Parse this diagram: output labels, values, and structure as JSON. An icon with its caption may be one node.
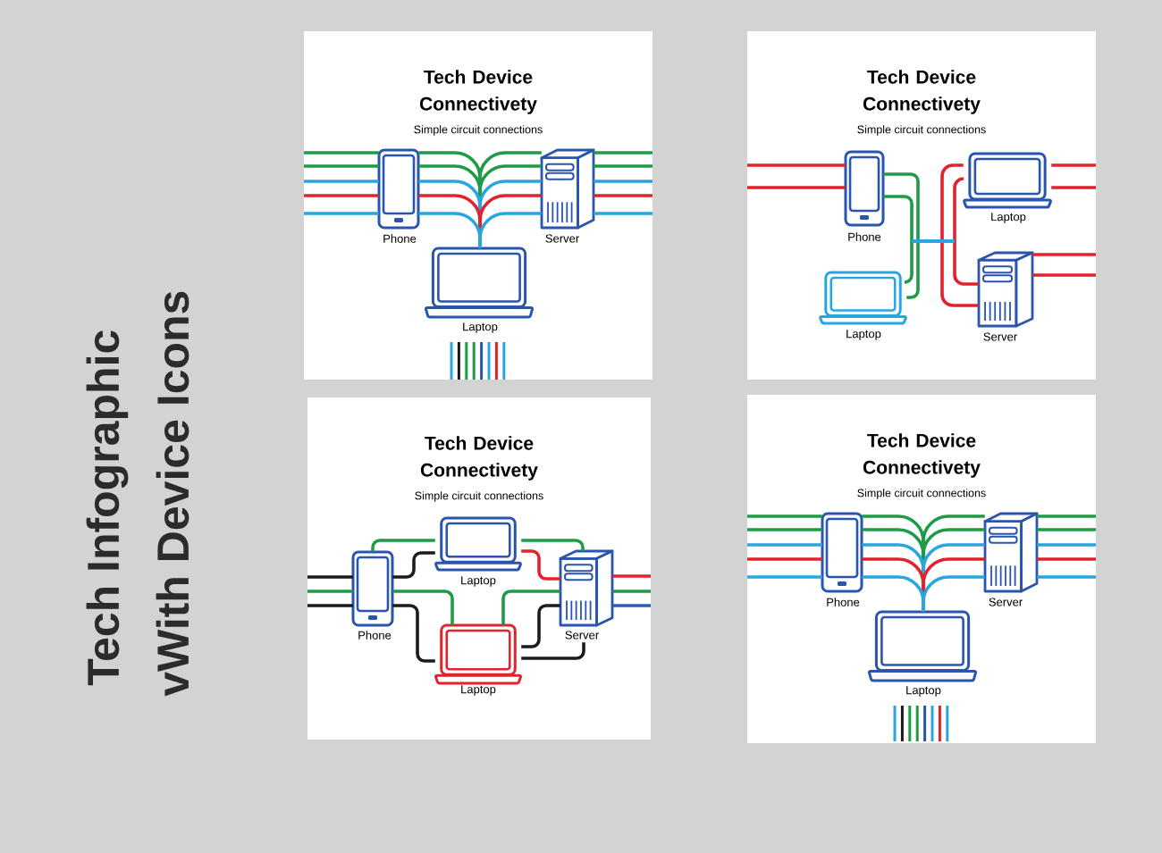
{
  "diagram": {
    "nodes": [
      {
        "text": [
          "Tech Device Connectivety",
          "Simple circuit connections"
        ]
      },
      {
        "text": [
          "Phone"
        ],
        "in": 0
      },
      {
        "text": [
          "Server"
        ],
        "in": 0
      },
      {
        "text": [
          "Laptop"
        ],
        "in": 0
      },
      {
        "text": [
          "Tech Device Connectivety",
          "Simple circuit connections"
        ]
      },
      {
        "text": [
          "Phone"
        ],
        "in": 4
      },
      {
        "text": [
          "Laptop"
        ],
        "in": 4
      },
      {
        "text": [
          "Server"
        ],
        "in": 4
      },
      {
        "text": [
          "Laptop"
        ],
        "in": 4
      },
      {
        "text": [
          "Tech Device Connectivety",
          "Simple circuit connections"
        ]
      },
      {
        "text": [
          "Laptop"
        ],
        "in": 9
      },
      {
        "text": [
          "Phone"
        ],
        "in": 9
      },
      {
        "text": [
          "Server"
        ],
        "in": 9
      },
      {
        "text": [
          "Laptop"
        ],
        "in": 9
      },
      {
        "text": [
          "Tech Device Connectivety",
          "Simple circuit connections"
        ]
      },
      {
        "text": [
          "Phone"
        ],
        "in": 14
      },
      {
        "text": [
          "Server"
        ],
        "in": 14
      },
      {
        "text": [
          "Laptop"
        ],
        "in": 14
      }
    ],
    "edges": [
      {
        "from": null,
        "to": 1,
        "arrow": "none",
        "color": "#1e9b47"
      },
      {
        "from": 1,
        "to": 3,
        "arrow": "none",
        "color": "#1e9b47"
      },
      {
        "from": 2,
        "to": 3,
        "arrow": "none",
        "color": "#1e9b47"
      },
      {
        "from": 2,
        "to": null,
        "arrow": "none",
        "color": "#1e9b47"
      },
      {
        "from": null,
        "to": 1,
        "arrow": "none",
        "color": "#1e9b47"
      },
      {
        "from": 1,
        "to": 3,
        "arrow": "none",
        "color": "#1e9b47"
      },
      {
        "from": 2,
        "to": 3,
        "arrow": "none",
        "color": "#1e9b47"
      },
      {
        "from": 2,
        "to": null,
        "arrow": "none",
        "color": "#1e9b47"
      },
      {
        "from": null,
        "to": 1,
        "arrow": "none",
        "color": "#29a5e0"
      },
      {
        "from": 1,
        "to": 3,
        "arrow": "none",
        "color": "#29a5e0"
      },
      {
        "from": 2,
        "to": 3,
        "arrow": "none",
        "color": "#29a5e0"
      },
      {
        "from": 2,
        "to": null,
        "arrow": "none",
        "color": "#29a5e0"
      },
      {
        "from": null,
        "to": 1,
        "arrow": "none",
        "color": "#e2232e"
      },
      {
        "from": 1,
        "to": 3,
        "arrow": "none",
        "color": "#e2232e"
      },
      {
        "from": 2,
        "to": 3,
        "arrow": "none",
        "color": "#e2232e"
      },
      {
        "from": 2,
        "to": null,
        "arrow": "none",
        "color": "#e2232e"
      },
      {
        "from": null,
        "to": 1,
        "arrow": "none",
        "color": "#29a5e0"
      },
      {
        "from": 1,
        "to": 3,
        "arrow": "none",
        "color": "#29a5e0"
      },
      {
        "from": 2,
        "to": 3,
        "arrow": "none",
        "color": "#29a5e0"
      },
      {
        "from": 2,
        "to": null,
        "arrow": "none",
        "color": "#29a5e0"
      },
      {
        "from": null,
        "to": 5,
        "arrow": "none",
        "color": "#e2232e"
      },
      {
        "from": null,
        "to": 5,
        "arrow": "none",
        "color": "#e2232e"
      },
      {
        "from": 5,
        "to": 8,
        "arrow": "none",
        "color": "#1e9b47"
      },
      {
        "from": 5,
        "to": 8,
        "arrow": "none",
        "color": "#1e9b47"
      },
      {
        "from": 6,
        "to": 7,
        "arrow": "none",
        "color": "#e2232e"
      },
      {
        "from": 6,
        "to": 7,
        "arrow": "none",
        "color": "#e2232e"
      },
      {
        "from": 6,
        "to": null,
        "arrow": "none",
        "color": "#e2232e"
      },
      {
        "from": 6,
        "to": null,
        "arrow": "none",
        "color": "#e2232e"
      },
      {
        "from": 7,
        "to": null,
        "arrow": "none",
        "color": "#e2232e"
      },
      {
        "from": 7,
        "to": null,
        "arrow": "none",
        "color": "#e2232e"
      },
      {
        "from": null,
        "to": 11,
        "arrow": "none",
        "color": "#1b1b1b"
      },
      {
        "from": null,
        "to": 11,
        "arrow": "none",
        "color": "#1e9b47"
      },
      {
        "from": null,
        "to": 11,
        "arrow": "none",
        "color": "#1b1b1b"
      },
      {
        "from": 11,
        "to": 10,
        "arrow": "none",
        "color": "#1e9b47"
      },
      {
        "from": 10,
        "to": 12,
        "arrow": "none",
        "color": "#1e9b47"
      },
      {
        "from": 11,
        "to": 10,
        "arrow": "none",
        "color": "#1b1b1b"
      },
      {
        "from": 10,
        "to": 12,
        "arrow": "none",
        "color": "#e2232e"
      },
      {
        "from": 11,
        "to": 13,
        "arrow": "none",
        "color": "#1e9b47"
      },
      {
        "from": 12,
        "to": 13,
        "arrow": "none",
        "color": "#1e9b47"
      },
      {
        "from": 11,
        "to": 13,
        "arrow": "none",
        "color": "#1b1b1b"
      },
      {
        "from": 13,
        "to": 12,
        "arrow": "none",
        "color": "#1b1b1b"
      },
      {
        "from": 13,
        "to": 12,
        "arrow": "none",
        "color": "#1b1b1b"
      },
      {
        "from": 12,
        "to": null,
        "arrow": "none",
        "color": "#e2232e"
      },
      {
        "from": 12,
        "to": null,
        "arrow": "none",
        "color": "#1e9b47"
      },
      {
        "from": 12,
        "to": null,
        "arrow": "none",
        "color": "#2c5db2"
      },
      {
        "from": null,
        "to": 15,
        "arrow": "none",
        "color": "#1e9b47"
      },
      {
        "from": 15,
        "to": 17,
        "arrow": "none",
        "color": "#1e9b47"
      },
      {
        "from": 16,
        "to": 17,
        "arrow": "none",
        "color": "#1e9b47"
      },
      {
        "from": 16,
        "to": null,
        "arrow": "none",
        "color": "#1e9b47"
      },
      {
        "from": null,
        "to": 15,
        "arrow": "none",
        "color": "#1e9b47"
      },
      {
        "from": 15,
        "to": 17,
        "arrow": "none",
        "color": "#1e9b47"
      },
      {
        "from": 16,
        "to": 17,
        "arrow": "none",
        "color": "#1e9b47"
      },
      {
        "from": 16,
        "to": null,
        "arrow": "none",
        "color": "#1e9b47"
      },
      {
        "from": null,
        "to": 15,
        "arrow": "none",
        "color": "#29a5e0"
      },
      {
        "from": 15,
        "to": 17,
        "arrow": "none",
        "color": "#29a5e0"
      },
      {
        "from": 16,
        "to": 17,
        "arrow": "none",
        "color": "#29a5e0"
      },
      {
        "from": 16,
        "to": null,
        "arrow": "none",
        "color": "#29a5e0"
      },
      {
        "from": null,
        "to": 15,
        "arrow": "none",
        "color": "#e2232e"
      },
      {
        "from": 15,
        "to": 17,
        "arrow": "none",
        "color": "#e2232e"
      },
      {
        "from": 16,
        "to": 17,
        "arrow": "none",
        "color": "#e2232e"
      },
      {
        "from": 16,
        "to": null,
        "arrow": "none",
        "color": "#e2232e"
      },
      {
        "from": null,
        "to": 15,
        "arrow": "none",
        "color": "#29a5e0"
      },
      {
        "from": 15,
        "to": 17,
        "arrow": "none",
        "color": "#29a5e0"
      },
      {
        "from": 16,
        "to": 17,
        "arrow": "none",
        "color": "#29a5e0"
      },
      {
        "from": 16,
        "to": null,
        "arrow": "none",
        "color": "#29a5e0"
      }
    ],
    "labels": [
      "Tech Infographic",
      "vWith Device Icons"
    ]
  }
}
